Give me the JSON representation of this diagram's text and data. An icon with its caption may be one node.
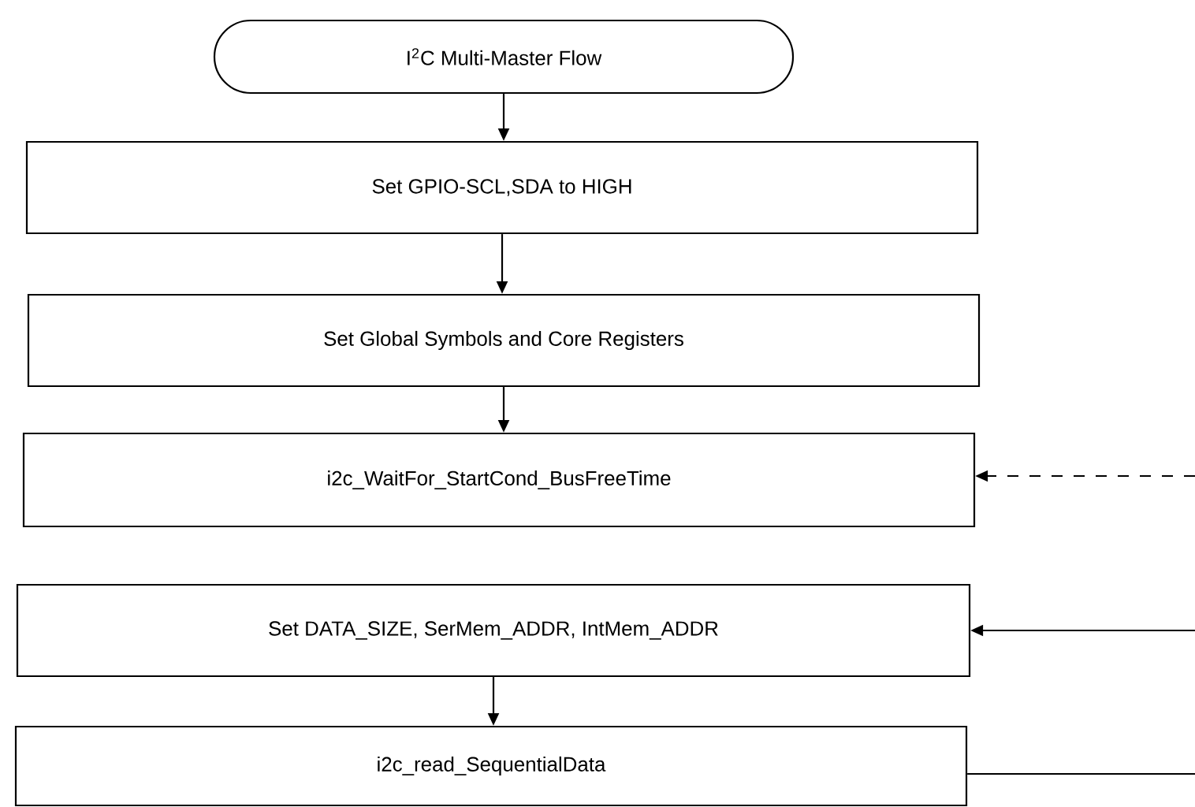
{
  "diagram": {
    "nodes": [
      {
        "text": [
          "I$^{2}$C Multi-Master Flow"
        ]
      },
      {
        "text": [
          "Set GPIO-SCL,SDA to HIGH"
        ]
      },
      {
        "text": [
          "Set Global Symbols and Core Registers"
        ]
      },
      {
        "text": [
          "i2c_WaitFor_StartCond_BusFreeTime"
        ]
      },
      {
        "text": [
          "Set DATA_SIZE, SerMem_ADDR, IntMem_ADDR"
        ]
      },
      {
        "text": [
          "i2c_read_SequentialData"
        ]
      }
    ],
    "edges": [
      {
        "from": 0,
        "to": 1,
        "arrow": "to"
      },
      {
        "from": 1,
        "to": 2,
        "arrow": "to"
      },
      {
        "from": 2,
        "to": 3,
        "arrow": "to"
      },
      {
        "from": null,
        "to": 3,
        "arrow": "to",
        "style": "dashed"
      },
      {
        "from": null,
        "to": 4,
        "arrow": "to"
      },
      {
        "from": 4,
        "to": 5,
        "arrow": "to"
      },
      {
        "from": 5,
        "to": null,
        "arrow": "none"
      }
    ]
  }
}
